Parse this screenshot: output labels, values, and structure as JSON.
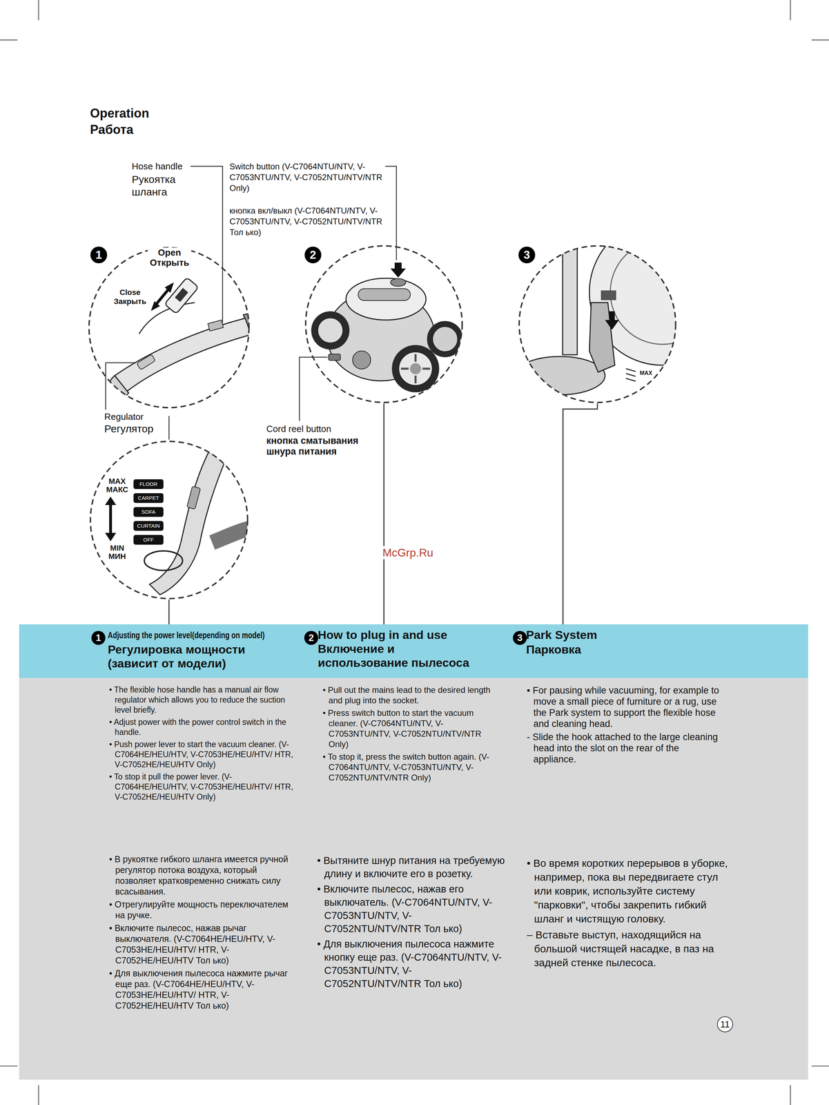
{
  "diagram": {
    "title": "Operation",
    "nodes": [
      {
        "text": [
          "1",
          "Open Открыть",
          "Close Закрыть"
        ]
      },
      {
        "text": [
          "2"
        ]
      },
      {
        "text": [
          "3",
          "MAX"
        ]
      },
      {
        "text": [
          "MAX МАКС",
          "MIN МИН"
        ]
      },
      {
        "text": [
          "FLOOR"
        ],
        "in": 3
      },
      {
        "text": [
          "CARPET"
        ],
        "in": 3
      },
      {
        "text": [
          "SOFA"
        ],
        "in": 3
      },
      {
        "text": [
          "CURTAIN"
        ],
        "in": 3
      },
      {
        "text": [
          "OFF"
        ],
        "in": 3
      },
      {
        "text": [
          "1",
          "Adjusting the power level(depending on model)",
          "Регулировка мощности (зависит от модели)",
          "• The flexible hose handle has a manual air flow regulator which allows you to reduce the suction level briefly.",
          "• Adjust power with the power control switch in the handle.",
          "• Push power lever to start the vacuum cleaner. (V-C7064HE/HEU/HTV, V-C7053HE/HEU/HTV/ HTR, V-C7052HE/HEU/HTV Only)",
          "• To stop it pull the power lever. (V-C7064HE/HEU/HTV, V-C7053HE/HEU/HTV/ HTR, V-C7052HE/HEU/HTV Only)",
          "• В рукоятке гибкого шланга имеется ручной регулятор потока воздуха, который позволяет кратковременно снижать силу всасывания.",
          "• Отрегулируйте мощность переключателем на ручке.",
          "• Включите пылесос, нажав рычаг выключателя. (V-C7064HE/HEU/HTV, V-C7053HE/HEU/HTV/ HTR, V-C7052HE/HEU/HTV Тол ько)",
          "• Для выключения пылесоса нажмите рычаг еще раз. (V-C7064HE/HEU/HTV, V-C7053HE/HEU/HTV/ HTR, V-C7052HE/HEU/HTV Тол ько)"
        ]
      },
      {
        "text": [
          "2",
          "How to plug in and use",
          "Включение и использование пылесоса",
          "• Pull out the mains lead to the desired length and plug into the socket.",
          "• Press switch button to start the vacuum cleaner. (V-C7064NTU/NTV, V-C7053NTU/NTV, V-C7052NTU/NTV/NTR Only)",
          "• To stop it, press the switch button again. (V-C7064NTU/NTV, V-C7053NTU/NTV, V-C7052NTU/NTV/NTR Only)",
          "• Вытяните шнур питания на требуемую длину и включите его в розетку.",
          "• Включите пылесос, нажав его выключатель. (V-C7064NTU/NTV, V-C7053NTU/NTV, V-C7052NTU/NTV/NTR Тол ько)",
          "• Для выключения пылесоса нажмите кнопку еще раз. (V-C7064NTU/NTV, V-C7053NTU/NTV, V-C7052NTU/NTV/NTR Тол ько)"
        ]
      },
      {
        "text": [
          "3",
          "Park System",
          "Парковка",
          "• For pausing while vacuuming, for example to move a small piece of furniture or a rug, use the Park system to support the flexible hose and cleaning head.",
          "- Slide the hook attached to the large cleaning head into the slot on the rear of the appliance.",
          "• Во время коротких перерывов в уборке, например, пока вы передвигаете стул или коврик, используйте систему \"парковки\", чтобы закрепить гибкий шланг и чистящую головку.",
          "– Вставьте выступ, находящийся на большой чистящей насадке, в паз на задней стенке пылесоса."
        ]
      }
    ],
    "edges": [
      {
        "from": 3,
        "to": 9,
        "arrow": "none"
      },
      {
        "from": 1,
        "to": 10,
        "arrow": "none"
      },
      {
        "from": 2,
        "to": 11,
        "arrow": "none"
      }
    ],
    "labels": [
      "Работа",
      "Hose handle",
      "Рукоятка шланга",
      "Switch button (V-C7064NTU/NTV, V-C7053NTU/NTV, V-C7052NTU/NTV/NTR Only)",
      "кнопка вкл/выкл (V-C7064NTU/NTV, V-C7053NTU/NTV, V-C7052NTU/NTV/NTR Тол ько)",
      "Regulator",
      "Регулятор",
      "Cord reel button",
      "кнопка сматывания шнура питания",
      "McGrp.Ru",
      "11"
    ]
  }
}
